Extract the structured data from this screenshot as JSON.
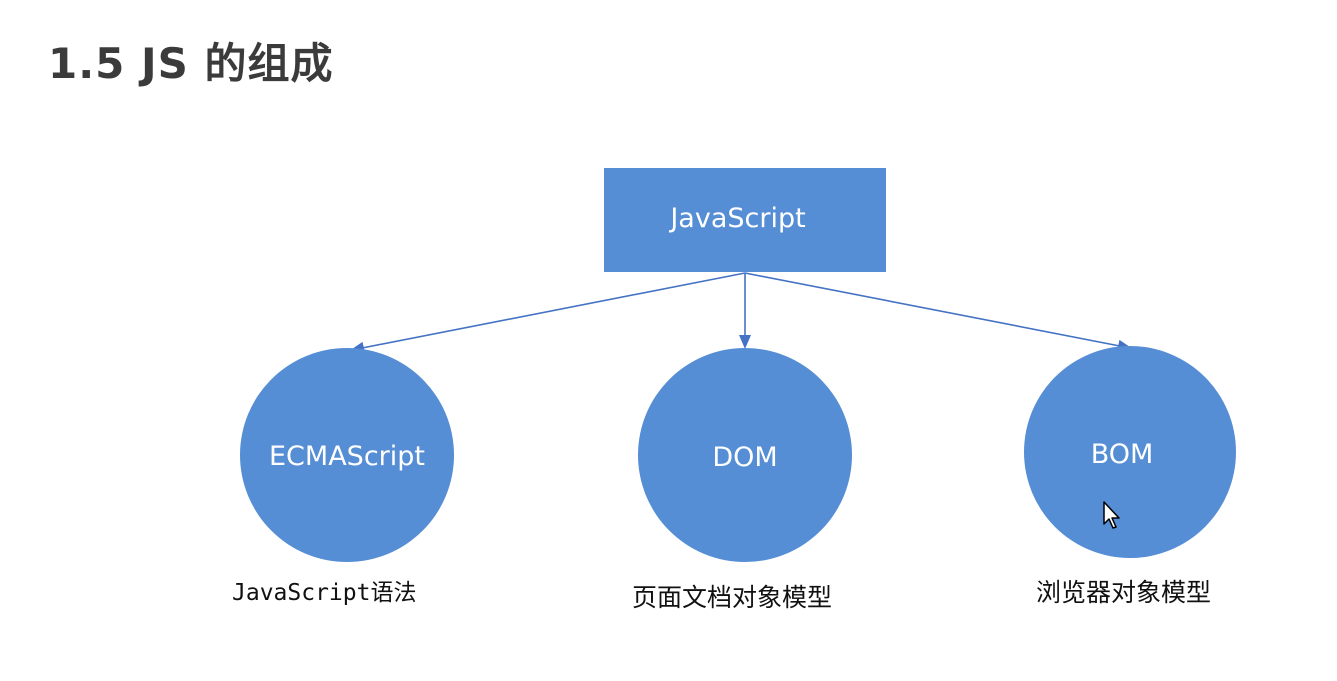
{
  "page": {
    "title": "1.5 JS 的组成"
  },
  "colors": {
    "node_fill": "#558ed5",
    "edge": "#4472c4",
    "text_light": "#ffffff",
    "title": "#3b3b3b"
  },
  "diagram": {
    "root": {
      "label": "JavaScript"
    },
    "children": [
      {
        "id": "ecmascript",
        "label": "ECMAScript",
        "caption": "JavaScript语法"
      },
      {
        "id": "dom",
        "label": "DOM",
        "caption": "页面文档对象模型"
      },
      {
        "id": "bom",
        "label": "BOM",
        "caption": "浏览器对象模型"
      }
    ]
  }
}
